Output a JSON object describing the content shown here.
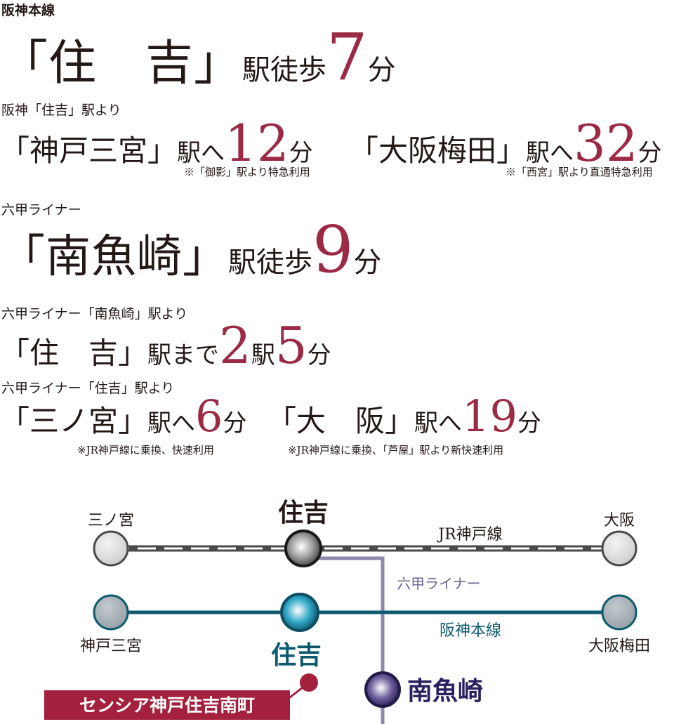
{
  "colors": {
    "accent": "#9b2a45",
    "text": "#231815",
    "jr_line": "#4a4a4a",
    "hanshin_line": "#0d5a6e",
    "rokko_liner": "#8f86ad",
    "property_marker": "#a3213f"
  },
  "section1": {
    "line": "阪神本線",
    "station": "「住　吉」",
    "suffix": "駅徒歩",
    "minutes": "7",
    "unit": "分"
  },
  "section2": {
    "from": "阪神「住吉」駅より",
    "routes": [
      {
        "dest": "「神戸三宮」",
        "to": "駅へ",
        "minutes": "12",
        "unit": "分",
        "note": "※「御影」駅より特急利用"
      },
      {
        "dest": "「大阪梅田」",
        "to": "駅へ",
        "minutes": "32",
        "unit": "分",
        "note": "※「西宮」駅より直通特急利用"
      }
    ]
  },
  "section3": {
    "line": "六甲ライナー",
    "station": "「南魚崎」",
    "suffix": "駅徒歩",
    "minutes": "9",
    "unit": "分"
  },
  "section4": {
    "from": "六甲ライナー「南魚崎」駅より",
    "dest": "「住　吉」",
    "to": "駅まで",
    "stations": "2",
    "station_unit": "駅",
    "minutes": "5",
    "unit": "分"
  },
  "section5": {
    "from": "六甲ライナー「住吉」駅より",
    "routes": [
      {
        "dest": "「三ノ宮」",
        "to": "駅へ",
        "minutes": "6",
        "unit": "分",
        "note": "※JR神戸線に乗換、快速利用"
      },
      {
        "dest": "「大　阪」",
        "to": "駅へ",
        "minutes": "19",
        "unit": "分",
        "note": "※JR神戸線に乗換、「芦屋」駅より新快速利用"
      }
    ]
  },
  "map": {
    "jr_stations": {
      "left": "三ノ宮",
      "center": "住吉",
      "right": "大阪"
    },
    "jr_line_label": "JR神戸線",
    "rokko_line_label": "六甲ライナー",
    "hanshin_stations": {
      "left": "神戸三宮",
      "center": "住吉",
      "right": "大阪梅田"
    },
    "hanshin_line_label": "阪神本線",
    "rokko_station": "南魚崎",
    "property": "センシア神戸住吉南町"
  }
}
